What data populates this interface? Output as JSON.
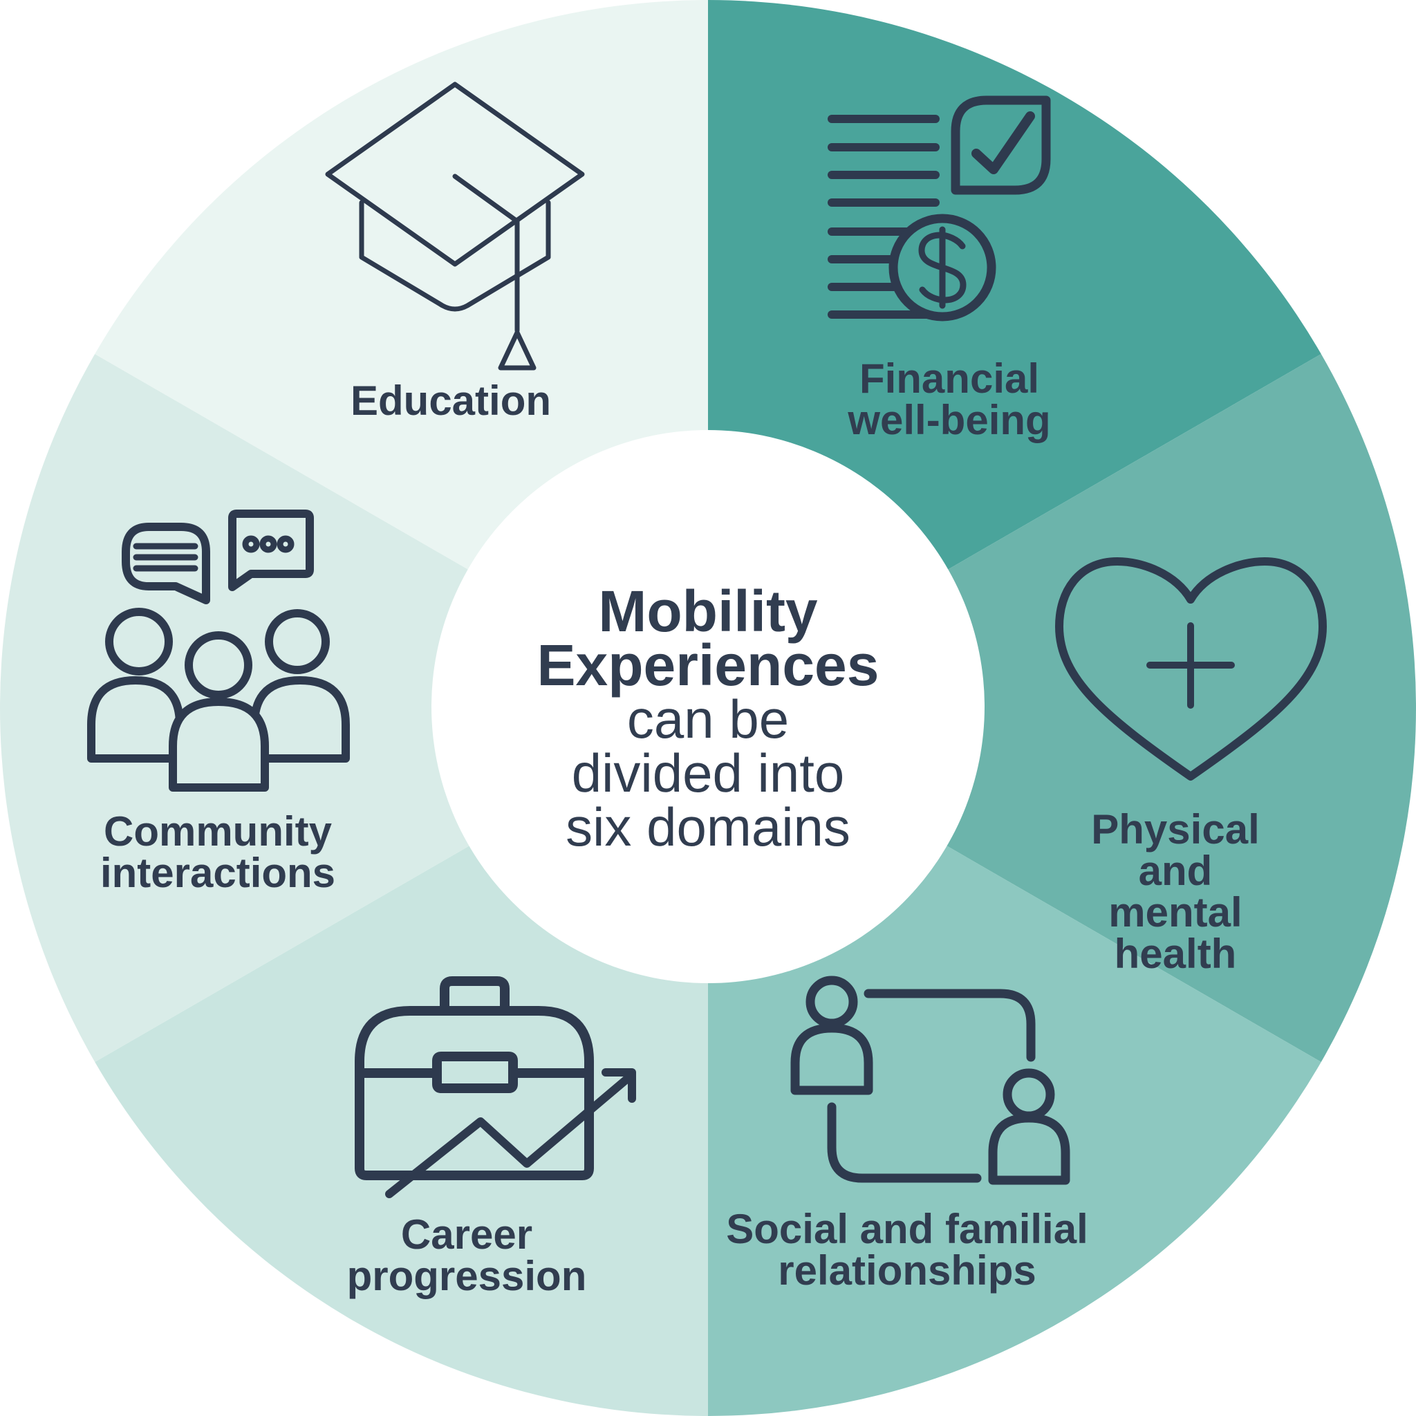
{
  "center": {
    "title_line1": "Mobility",
    "title_line2": "Experiences",
    "subtitle": "can be\ndivided into\nsix domains"
  },
  "segments": [
    {
      "id": "financial-well-being",
      "label": "Financial\nwell-being",
      "color": "#4AA49B",
      "icon": "checklist-dollar-icon"
    },
    {
      "id": "physical-mental-health",
      "label": "Physical and\nmental health",
      "color": "#6CB4AB",
      "icon": "heart-plus-icon"
    },
    {
      "id": "social-familial-relationships",
      "label": "Social and familial\nrelationships",
      "color": "#8DC8C0",
      "icon": "people-exchange-icon"
    },
    {
      "id": "career-progression",
      "label": "Career\nprogression",
      "color": "#C9E5E0",
      "icon": "briefcase-growth-icon"
    },
    {
      "id": "community-interactions",
      "label": "Community\ninteractions",
      "color": "#D9ECE8",
      "icon": "speech-bubbles-people-icon"
    },
    {
      "id": "education",
      "label": "Education",
      "color": "#EAF5F2",
      "icon": "graduation-cap-icon"
    }
  ],
  "colors": {
    "icon_stroke": "#2E3A4E",
    "text": "#313D50",
    "center_circle": "#FFFFFF",
    "page_background": "#FFFFFF"
  }
}
